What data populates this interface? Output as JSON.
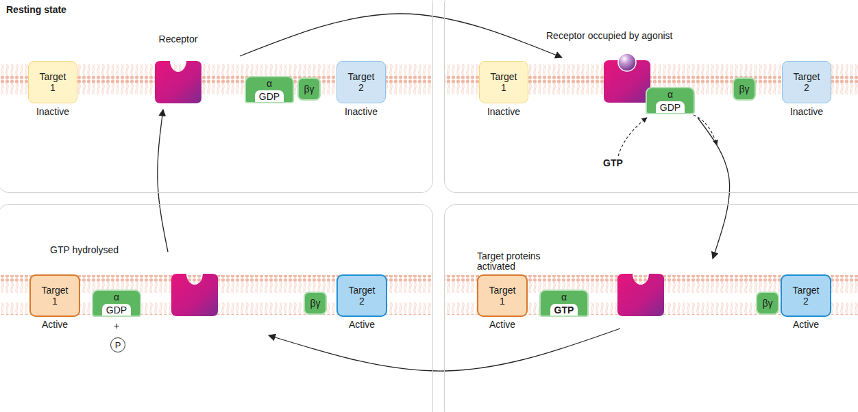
{
  "diagram": {
    "nodes": [
      {
        "text": [
          "Resting state"
        ]
      },
      {
        "text": [
          "Receptor occupied by agonist"
        ]
      },
      {
        "text": [
          "GTP hydrolysed"
        ]
      },
      {
        "text": [
          "Target proteins activated"
        ]
      },
      {
        "text": [
          "Target 1",
          "Inactive"
        ],
        "in": 0
      },
      {
        "text": [
          "Receptor"
        ],
        "in": 0
      },
      {
        "text": [
          "α",
          "GDP"
        ],
        "in": 0
      },
      {
        "text": [
          "βγ"
        ],
        "in": 0
      },
      {
        "text": [
          "Target 2",
          "Inactive"
        ],
        "in": 0
      },
      {
        "text": [
          "Target 1",
          "Inactive"
        ],
        "in": 1
      },
      {
        "text": [
          "α",
          "GDP"
        ],
        "in": 1
      },
      {
        "text": [
          "βγ"
        ],
        "in": 1
      },
      {
        "text": [
          "Target 2",
          "Inactive"
        ],
        "in": 1
      },
      {
        "text": [
          "Target 1",
          "Active"
        ],
        "in": 2
      },
      {
        "text": [
          "α",
          "GDP"
        ],
        "in": 2
      },
      {
        "text": [
          "P"
        ],
        "in": 2
      },
      {
        "text": [
          "βγ"
        ],
        "in": 2
      },
      {
        "text": [
          "Target 2",
          "Active"
        ],
        "in": 2
      },
      {
        "text": [
          "Target 1",
          "Active"
        ],
        "in": 3
      },
      {
        "text": [
          "α",
          "GTP"
        ],
        "in": 3
      },
      {
        "text": [
          "βγ"
        ],
        "in": 3
      },
      {
        "text": [
          "Target 2",
          "Active"
        ],
        "in": 3
      }
    ],
    "edges": [
      {
        "from": 0,
        "to": 1,
        "arrow": "to"
      },
      {
        "from": 1,
        "to": 3,
        "arrow": "to"
      },
      {
        "from": 3,
        "to": 2,
        "arrow": "to"
      },
      {
        "from": 2,
        "to": 0,
        "arrow": "to"
      }
    ],
    "labels": [
      "GTP",
      "+"
    ]
  }
}
